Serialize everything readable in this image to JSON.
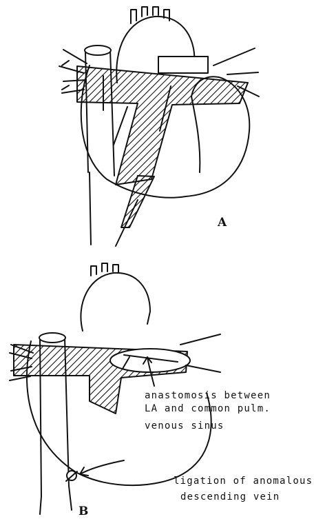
{
  "panels": {
    "a": {
      "label": "A"
    },
    "b": {
      "label": "B"
    }
  },
  "annotations": {
    "anastomosis_line1": "anastomosis between",
    "anastomosis_line2": "LA and common pulm.",
    "anastomosis_line3": "venous sinus",
    "ligation_line1": "ligation of anomalous",
    "ligation_line2": "descending vein"
  },
  "colors": {
    "ink": "#111111",
    "background": "#ffffff"
  }
}
